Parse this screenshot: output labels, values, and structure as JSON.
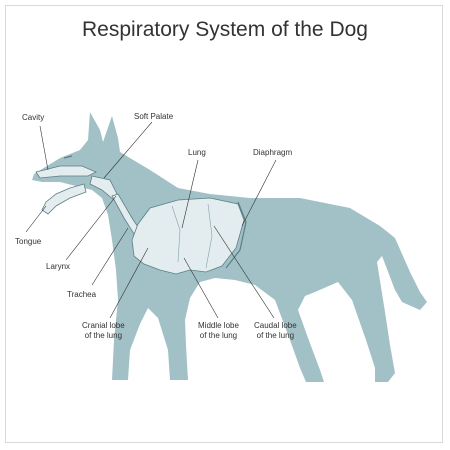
{
  "title": "Respiratory System of the Dog",
  "labels": {
    "cavity": "Cavity",
    "soft_palate": "Soft Palate",
    "lung": "Lung",
    "diaphragm": "Diaphragm",
    "tongue": "Tongue",
    "larynx": "Larynx",
    "trachea": "Trachea",
    "cranial_lobe_1": "Cranial lobe",
    "cranial_lobe_2": "of the lung",
    "middle_lobe_1": "Middle lobe",
    "middle_lobe_2": "of the lung",
    "caudal_lobe_1": "Caudal lobe",
    "caudal_lobe_2": "of the lung"
  },
  "colors": {
    "body": "#a2c1c6",
    "organ": "#e3ecee",
    "outline": "#5a7f86",
    "leader": "#333333"
  }
}
